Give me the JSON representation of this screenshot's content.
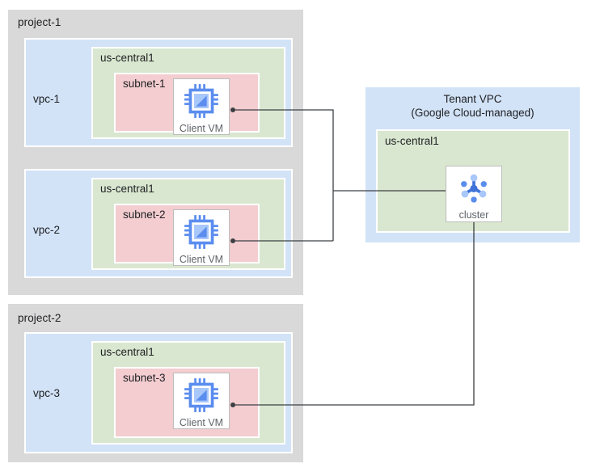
{
  "projects": [
    {
      "label": "project-1",
      "vpcs": [
        {
          "label": "vpc-1",
          "region": "us-central1",
          "subnet": "subnet-1",
          "vm": "Client VM"
        },
        {
          "label": "vpc-2",
          "region": "us-central1",
          "subnet": "subnet-2",
          "vm": "Client VM"
        }
      ]
    },
    {
      "label": "project-2",
      "vpcs": [
        {
          "label": "vpc-3",
          "region": "us-central1",
          "subnet": "subnet-3",
          "vm": "Client VM"
        }
      ]
    }
  ],
  "tenant": {
    "title_line1": "Tenant VPC",
    "title_line2": "(Google Cloud-managed)",
    "region": "us-central1",
    "cluster_label": "cluster"
  },
  "icons": {
    "vm": "cpu-chip-icon",
    "cluster": "cluster-nodes-icon"
  },
  "colors": {
    "project_bg": "#d9d9d9",
    "vpc_bg": "#d2e3f7",
    "region_bg": "#d9e7d0",
    "subnet_bg": "#f3cdd0",
    "card_bg": "#ffffff",
    "connector": "#3c4043",
    "icon_primary": "#5b8def",
    "icon_secondary": "#a8c7fa",
    "text": "#202124",
    "label_muted": "#5f6368"
  }
}
